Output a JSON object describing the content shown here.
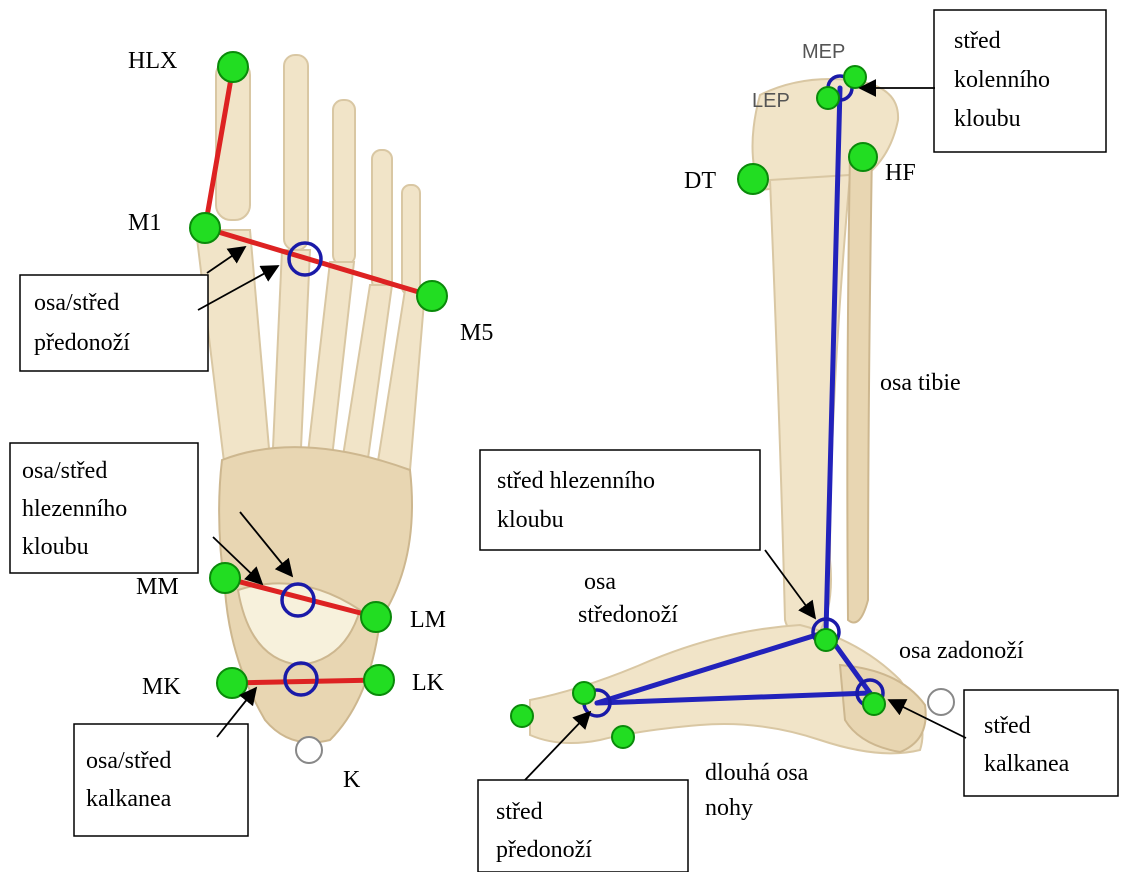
{
  "labels": {
    "hlx": "HLX",
    "m1": "M1",
    "m5": "M5",
    "mm": "MM",
    "lm": "LM",
    "mk": "MK",
    "lk": "LK",
    "k": "K",
    "mep": "MEP",
    "lep": "LEP",
    "dt": "DT",
    "hf": "HF",
    "osa_tibie": "osa tibie",
    "osa_stredonozi_1": "osa",
    "osa_stredonozi_2": "středonoží",
    "osa_zadonozi": "osa zadonoží",
    "dlouha_osa_1": "dlouhá osa",
    "dlouha_osa_2": "nohy"
  },
  "boxes": {
    "predonozi_left": [
      "osa/střed",
      "předonoží"
    ],
    "hlezenni_left": [
      "osa/střed",
      "hlezenního",
      "kloubu"
    ],
    "kalkanea_left": [
      "osa/střed",
      "kalkanea"
    ],
    "kolenni": [
      "střed",
      "kolenního",
      "kloubu"
    ],
    "hlezenni_right": [
      "střed hlezenního",
      "kloubu"
    ],
    "kalkanea_right": [
      "střed",
      "kalkanea"
    ],
    "predonozi_right": [
      "střed",
      "předonoží"
    ]
  },
  "colors": {
    "landmark": "#22dd22",
    "axis_left": "#dd2222",
    "axis_right": "#2222bb",
    "center_ring": "#1a1aa8"
  }
}
